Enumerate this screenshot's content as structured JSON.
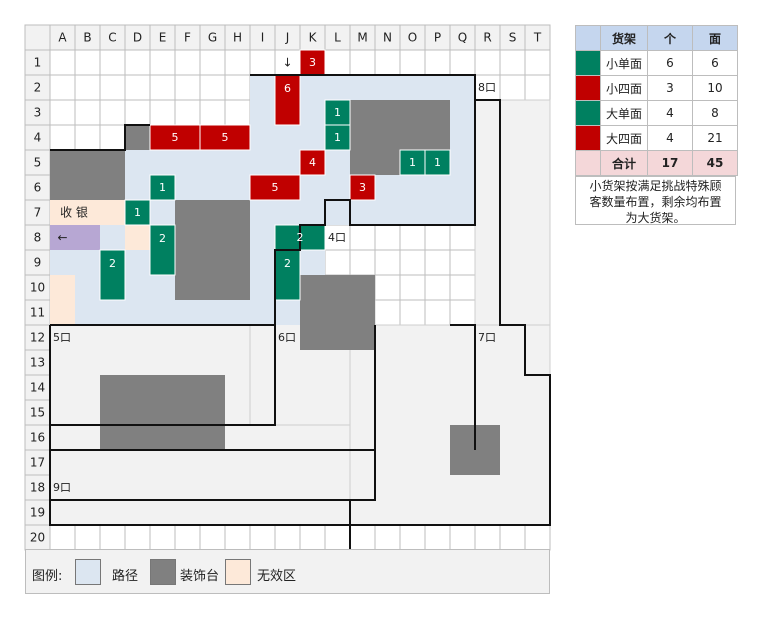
{
  "columns": [
    "A",
    "B",
    "C",
    "D",
    "E",
    "F",
    "G",
    "H",
    "I",
    "J",
    "K",
    "L",
    "M",
    "N",
    "O",
    "P",
    "Q",
    "R",
    "S",
    "T"
  ],
  "rows": [
    "1",
    "2",
    "3",
    "4",
    "5",
    "6",
    "7",
    "8",
    "9",
    "10",
    "11",
    "12",
    "13",
    "14",
    "15",
    "16",
    "17",
    "18",
    "19",
    "20"
  ],
  "room_labels": [
    "4口",
    "5口",
    "6口",
    "7口",
    "8口",
    "9口"
  ],
  "cashier_label": "收  银",
  "entry_arrow": "↓",
  "exit_arrow": "←",
  "shelf_numbers": [
    "3",
    "6",
    "1",
    "5",
    "5",
    "1",
    "4",
    "1",
    "1",
    "1",
    "5",
    "3",
    "1",
    "2",
    "2",
    "2",
    "2"
  ],
  "legend": {
    "title": "图例:",
    "items": [
      {
        "label": "路径",
        "color": "#dce6f1"
      },
      {
        "label": "装饰台",
        "color": "#808080"
      },
      {
        "label": "无效区",
        "color": "#fde9d9"
      }
    ]
  },
  "shelf_table": {
    "headers": [
      "",
      "货架",
      "个",
      "面"
    ],
    "rows": [
      {
        "color": "#008060",
        "name": "小单面",
        "count": "6",
        "faces": "6"
      },
      {
        "color": "#c00000",
        "name": "小四面",
        "count": "3",
        "faces": "10"
      },
      {
        "color": "#008060",
        "name": "大单面",
        "count": "4",
        "faces": "8"
      },
      {
        "color": "#c00000",
        "name": "大四面",
        "count": "4",
        "faces": "21"
      }
    ],
    "total": {
      "name": "合计",
      "count": "17",
      "faces": "45"
    },
    "note": "小货架按满足挑战特殊顾客数量布置，剩余均布置为大货架。"
  },
  "colors": {
    "path": "#dce6f1",
    "deco": "#808080",
    "invalid": "#fde9d9",
    "green": "#008060",
    "red": "#c00000",
    "cashier": "#b7a7d3",
    "room": "#f2f2f2",
    "grid": "#bdbdbd"
  }
}
